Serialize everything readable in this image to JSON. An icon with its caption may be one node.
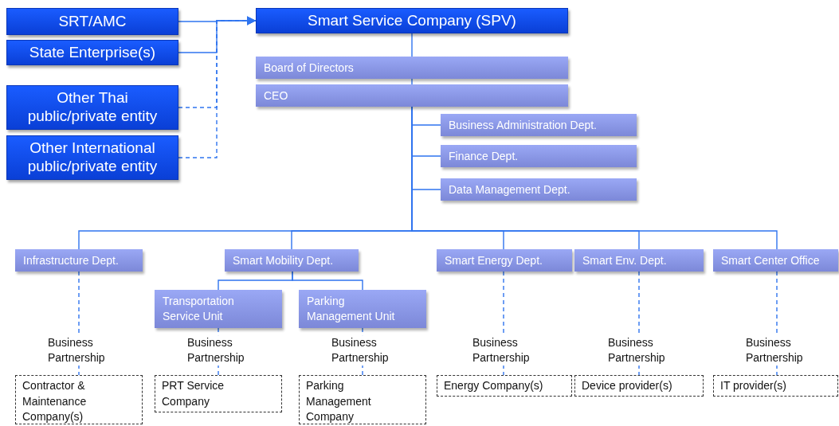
{
  "diagram": {
    "nodes": [
      {
        "text": [
          "SRT/AMC"
        ]
      },
      {
        "text": [
          "State Enterprise(s)"
        ]
      },
      {
        "text": [
          "Other Thai public/private entity"
        ]
      },
      {
        "text": [
          "Other International public/private entity"
        ]
      },
      {
        "text": [
          "Smart Service Company (SPV)"
        ]
      },
      {
        "text": [
          "Board of Directors"
        ]
      },
      {
        "text": [
          "CEO"
        ]
      },
      {
        "text": [
          "Business Administration Dept."
        ]
      },
      {
        "text": [
          "Finance Dept."
        ]
      },
      {
        "text": [
          "Data Management Dept."
        ]
      },
      {
        "text": [
          "Infrastructure Dept."
        ]
      },
      {
        "text": [
          "Smart Mobility Dept."
        ]
      },
      {
        "text": [
          "Transportation Service Unit"
        ]
      },
      {
        "text": [
          "Parking Management Unit"
        ]
      },
      {
        "text": [
          "Smart Energy Dept."
        ]
      },
      {
        "text": [
          "Smart Env. Dept."
        ]
      },
      {
        "text": [
          "Smart Center Office"
        ]
      },
      {
        "text": [
          "Contractor & Maintenance Company(s)"
        ]
      },
      {
        "text": [
          "PRT Service Company"
        ]
      },
      {
        "text": [
          "Parking Management Company"
        ]
      },
      {
        "text": [
          "Energy Company(s)"
        ]
      },
      {
        "text": [
          "Device provider(s)"
        ]
      },
      {
        "text": [
          "IT provider(s)"
        ]
      }
    ],
    "edges": [
      {
        "from": 0,
        "to": 4,
        "arrow": "to"
      },
      {
        "from": 1,
        "to": 4,
        "arrow": "to"
      },
      {
        "from": 2,
        "to": 4,
        "arrow": "to",
        "style": "dashed"
      },
      {
        "from": 3,
        "to": 4,
        "arrow": "to",
        "style": "dashed"
      },
      {
        "from": 4,
        "to": 5,
        "arrow": "none"
      },
      {
        "from": 5,
        "to": 6,
        "arrow": "none"
      },
      {
        "from": 6,
        "to": 7,
        "arrow": "none"
      },
      {
        "from": 6,
        "to": 8,
        "arrow": "none"
      },
      {
        "from": 6,
        "to": 9,
        "arrow": "none"
      },
      {
        "from": 6,
        "to": 10,
        "arrow": "none"
      },
      {
        "from": 6,
        "to": 11,
        "arrow": "none"
      },
      {
        "from": 6,
        "to": 14,
        "arrow": "none"
      },
      {
        "from": 6,
        "to": 15,
        "arrow": "none"
      },
      {
        "from": 6,
        "to": 16,
        "arrow": "none"
      },
      {
        "from": 11,
        "to": 12,
        "arrow": "none"
      },
      {
        "from": 11,
        "to": 13,
        "arrow": "none"
      },
      {
        "from": 10,
        "to": 17,
        "arrow": "none",
        "style": "dashed",
        "label": "Business Partnership"
      },
      {
        "from": 12,
        "to": 18,
        "arrow": "none",
        "style": "dashed",
        "label": "Business Partnership"
      },
      {
        "from": 13,
        "to": 19,
        "arrow": "none",
        "style": "dashed",
        "label": "Business Partnership"
      },
      {
        "from": 14,
        "to": 20,
        "arrow": "none",
        "style": "dashed",
        "label": "Business Partnership"
      },
      {
        "from": 15,
        "to": 21,
        "arrow": "none",
        "style": "dashed",
        "label": "Business Partnership"
      },
      {
        "from": 16,
        "to": 22,
        "arrow": "none",
        "style": "dashed",
        "label": "Business Partnership"
      }
    ]
  }
}
